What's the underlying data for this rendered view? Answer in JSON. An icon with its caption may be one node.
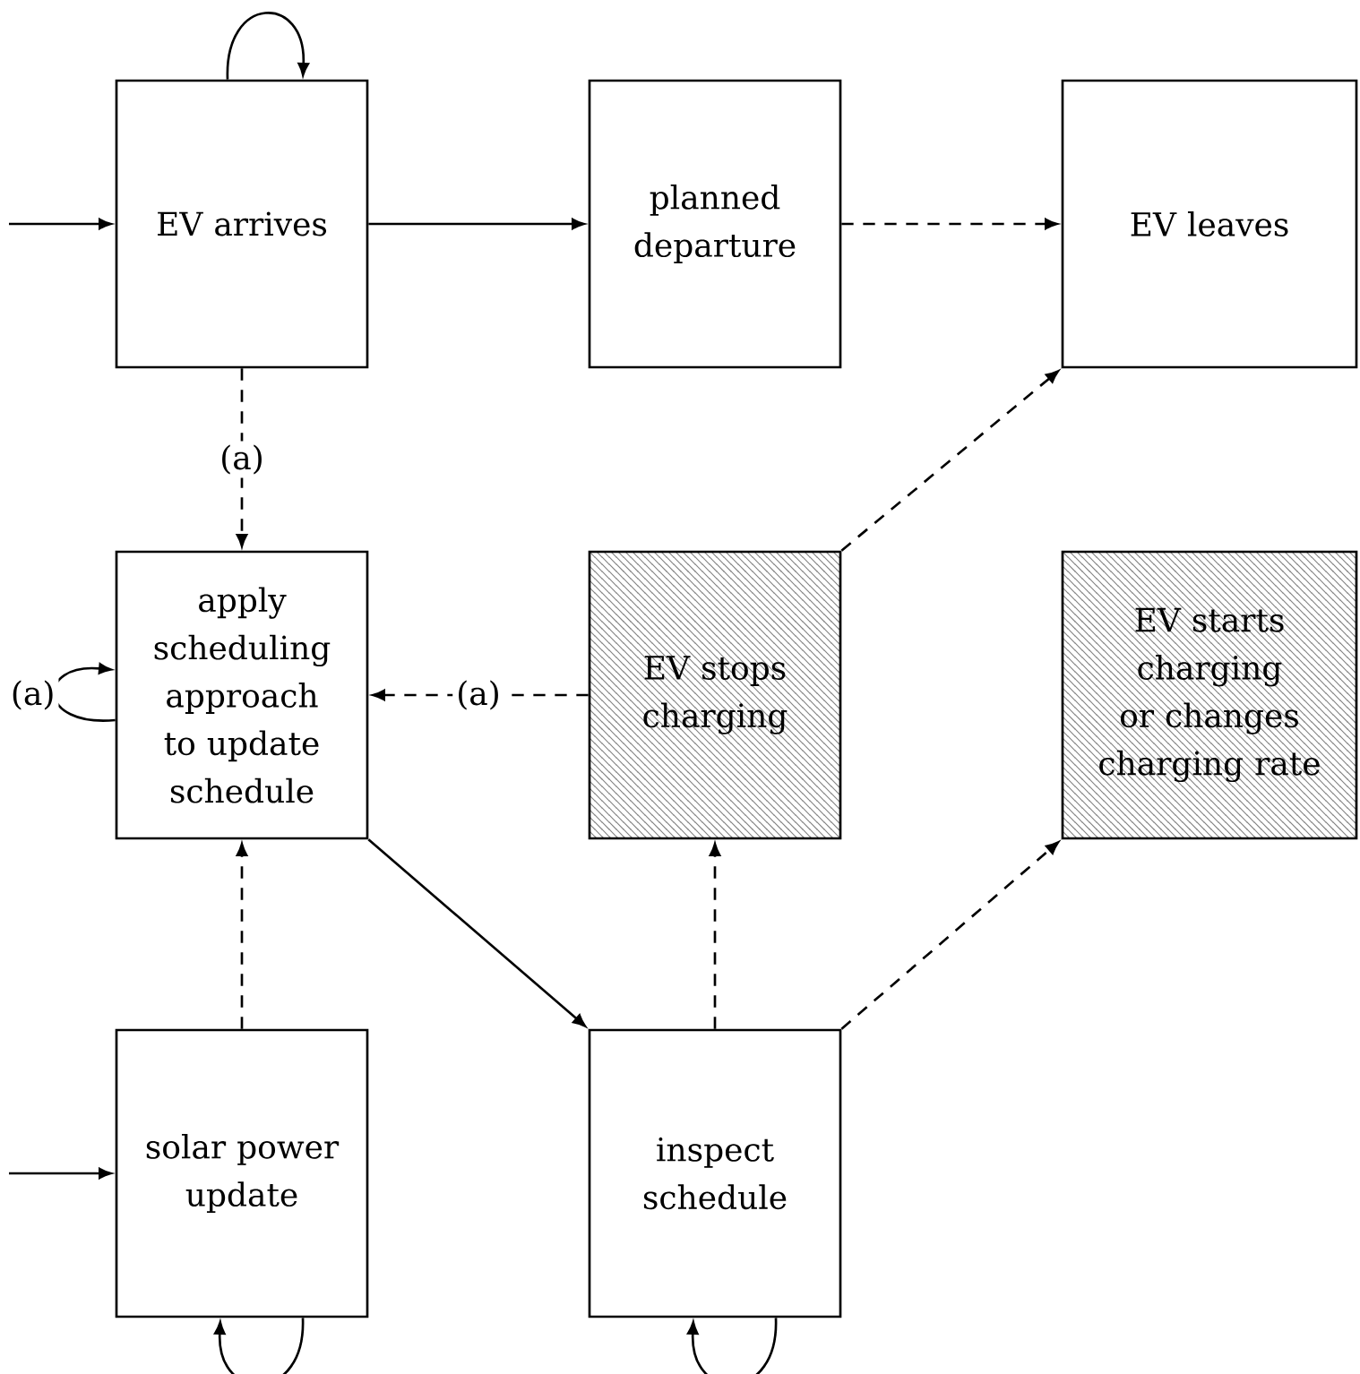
{
  "diagram": {
    "nodes": [
      {
        "text": [
          "EV arrives"
        ]
      },
      {
        "text": [
          "planned departure"
        ]
      },
      {
        "text": [
          "EV leaves"
        ]
      },
      {
        "text": [
          "apply scheduling approach to update schedule"
        ]
      },
      {
        "text": [
          "EV stops charging"
        ]
      },
      {
        "text": [
          "EV starts charging or changes charging rate"
        ]
      },
      {
        "text": [
          "solar power update"
        ]
      },
      {
        "text": [
          "inspect schedule"
        ]
      }
    ],
    "edges": [
      {
        "from": null,
        "to": 0,
        "arrow": "to"
      },
      {
        "from": 0,
        "to": 0,
        "arrow": "to"
      },
      {
        "from": 0,
        "to": 1,
        "arrow": "to"
      },
      {
        "from": 1,
        "to": 2,
        "arrow": "to",
        "style": "dashed"
      },
      {
        "from": 0,
        "to": 3,
        "arrow": "to",
        "style": "dashed",
        "label": "(a)"
      },
      {
        "from": 3,
        "to": 3,
        "arrow": "to",
        "label": "(a)"
      },
      {
        "from": 4,
        "to": 3,
        "arrow": "to",
        "style": "dashed",
        "label": "(a)"
      },
      {
        "from": 4,
        "to": 2,
        "arrow": "to",
        "style": "dashed"
      },
      {
        "from": 3,
        "to": 7,
        "arrow": "to"
      },
      {
        "from": 6,
        "to": 3,
        "arrow": "to",
        "style": "dashed"
      },
      {
        "from": 7,
        "to": 4,
        "arrow": "to",
        "style": "dashed"
      },
      {
        "from": 7,
        "to": 5,
        "arrow": "to",
        "style": "dashed"
      },
      {
        "from": null,
        "to": 6,
        "arrow": "to"
      },
      {
        "from": 6,
        "to": 6,
        "arrow": "to"
      },
      {
        "from": 7,
        "to": 7,
        "arrow": "to"
      }
    ]
  }
}
